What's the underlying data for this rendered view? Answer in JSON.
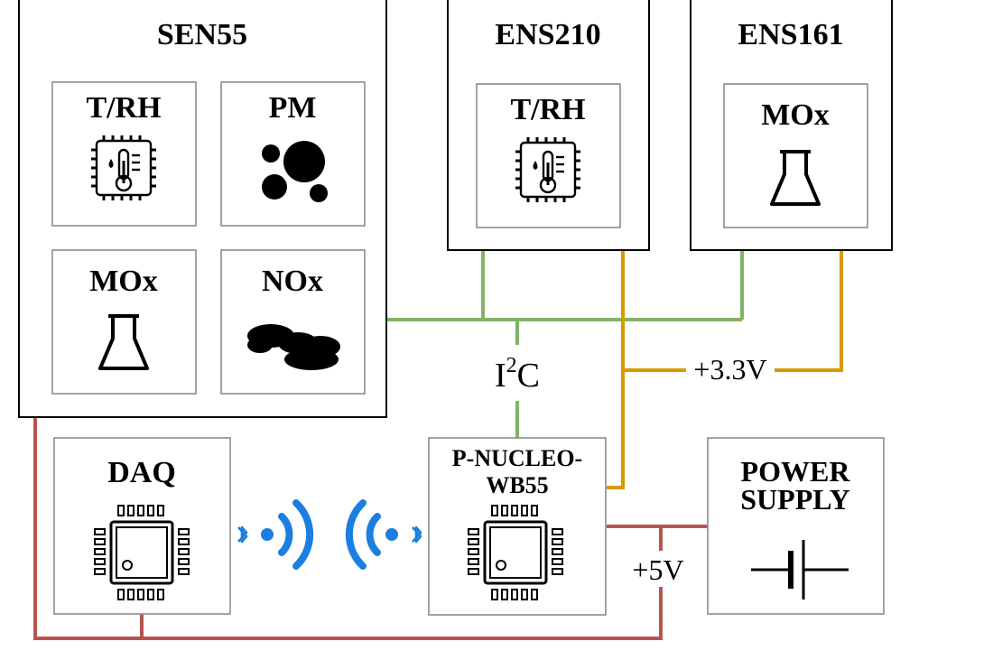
{
  "modules": {
    "sen55": {
      "title": "SEN55",
      "sensors": [
        "T/RH",
        "PM",
        "MOx",
        "NOx"
      ]
    },
    "ens210": {
      "title": "ENS210",
      "sensors": [
        "T/RH"
      ]
    },
    "ens161": {
      "title": "ENS161",
      "sensors": [
        "MOx"
      ]
    },
    "daq": {
      "title": "DAQ"
    },
    "nucleo": {
      "title_line1": "P-NUCLEO-",
      "title_line2": "WB55"
    },
    "power_supply": {
      "title_line1": "POWER",
      "title_line2": "SUPPLY"
    }
  },
  "bus_labels": {
    "i2c_main": "I",
    "i2c_sup": "2",
    "i2c_tail": "C",
    "v33": "+3.3V",
    "v5": "+5V"
  },
  "colors": {
    "i2c": "#82b366",
    "v33": "#d79b00",
    "v5": "#b85450",
    "wireless": "#1a7fe0"
  },
  "icons": [
    "thermometer-chip-icon",
    "particles-icon",
    "flask-icon",
    "cloud-icon",
    "microcontroller-icon",
    "bluetooth-icon",
    "wifi-signal-icon",
    "battery-icon"
  ]
}
